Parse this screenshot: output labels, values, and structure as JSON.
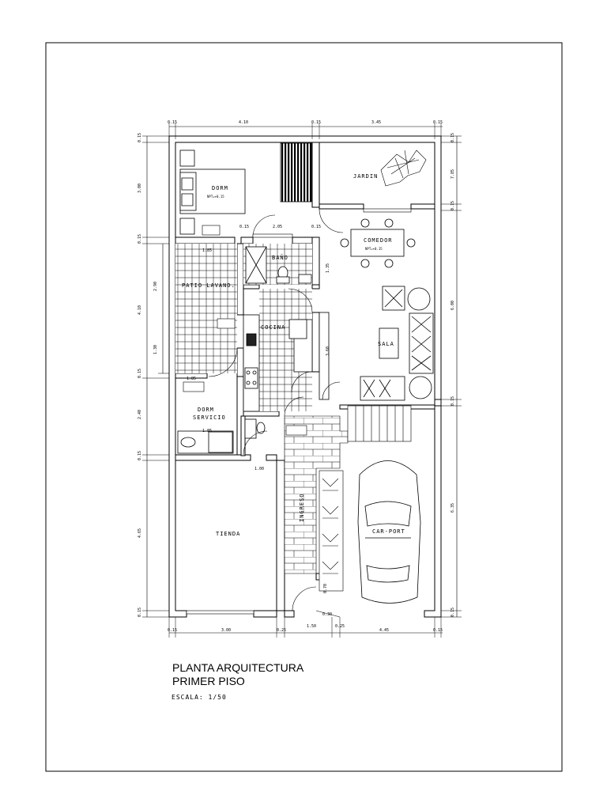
{
  "title": {
    "line1": "PLANTA ARQUITECTURA",
    "line2": "PRIMER PISO",
    "scale": "ESCALA: 1/50"
  },
  "rooms": {
    "dorm": "DORM",
    "dorm_spec": "NPT=+0.15",
    "jardin": "JARDIN",
    "comedor": "COMEDOR",
    "comedor_spec": "NPT=+0.15",
    "bano": "BAÑO",
    "patio": "PATIO LAVAND.",
    "cocina": "COCINA",
    "sala": "SALA",
    "dorm_servicio_1": "DORM",
    "dorm_servicio_2": "SERVICIO",
    "tienda": "TIENDA",
    "ingreso": "INGRESO",
    "carport": "CAR-PORT"
  },
  "dimensions": {
    "top": [
      "0.15",
      "4.10",
      "0.15",
      "3.45",
      "0.15"
    ],
    "bottom": [
      "0.15",
      "3.00",
      "0.25",
      "1.50",
      "0.25",
      "4.45",
      "0.15"
    ],
    "left": [
      "0.15",
      "3.00",
      "0.15",
      "4.10",
      "2.90",
      "1.30",
      "0.15",
      "2.40",
      "0.15",
      "4.65",
      "0.15"
    ],
    "right": [
      "0.15",
      "7.85",
      "0.15",
      "6.00",
      "0.15",
      "6.35",
      "0.15"
    ],
    "interior": [
      "2.05",
      "0.15",
      "0.15",
      "1.85",
      "1.85",
      "1.85",
      "1.00",
      "3.60",
      "1.35",
      "0.70",
      "0.30"
    ]
  }
}
